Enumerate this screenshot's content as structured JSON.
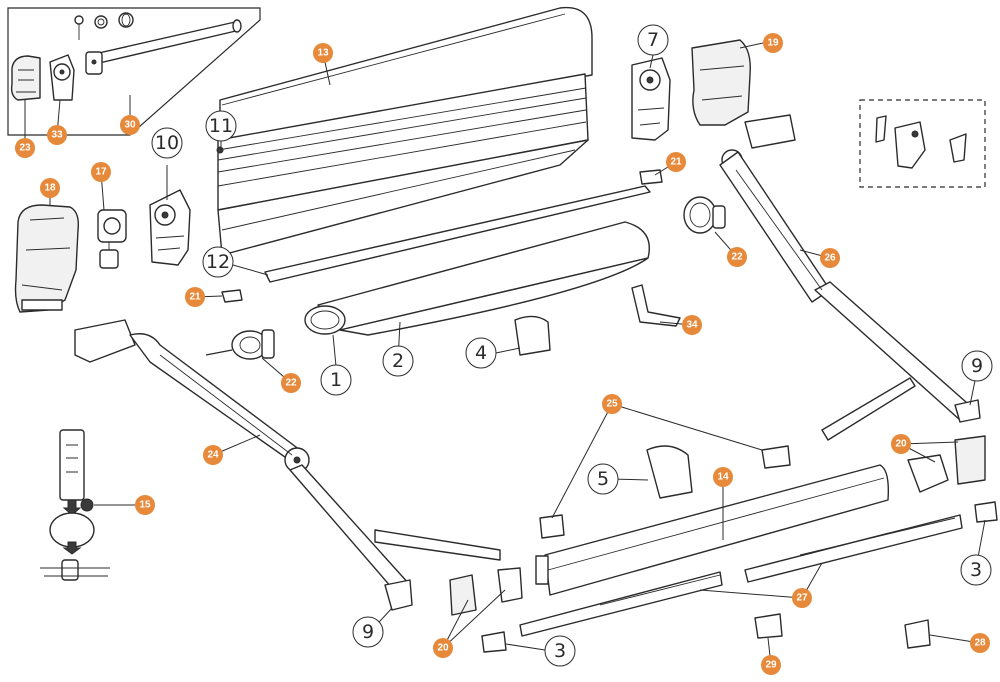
{
  "callouts_orange": [
    "13",
    "19",
    "18",
    "17",
    "23",
    "33",
    "30",
    "21",
    "21",
    "22",
    "22",
    "26",
    "34",
    "24",
    "15",
    "25",
    "14",
    "20",
    "20",
    "27",
    "29",
    "28"
  ],
  "callouts_white": [
    "1",
    "2",
    "3",
    "3",
    "4",
    "5",
    "7",
    "9",
    "9",
    "10",
    "11",
    "12"
  ],
  "colors": {
    "callout_orange": "#e6893a",
    "line": "#2b2b2b",
    "callout_white": "#ffffff"
  }
}
